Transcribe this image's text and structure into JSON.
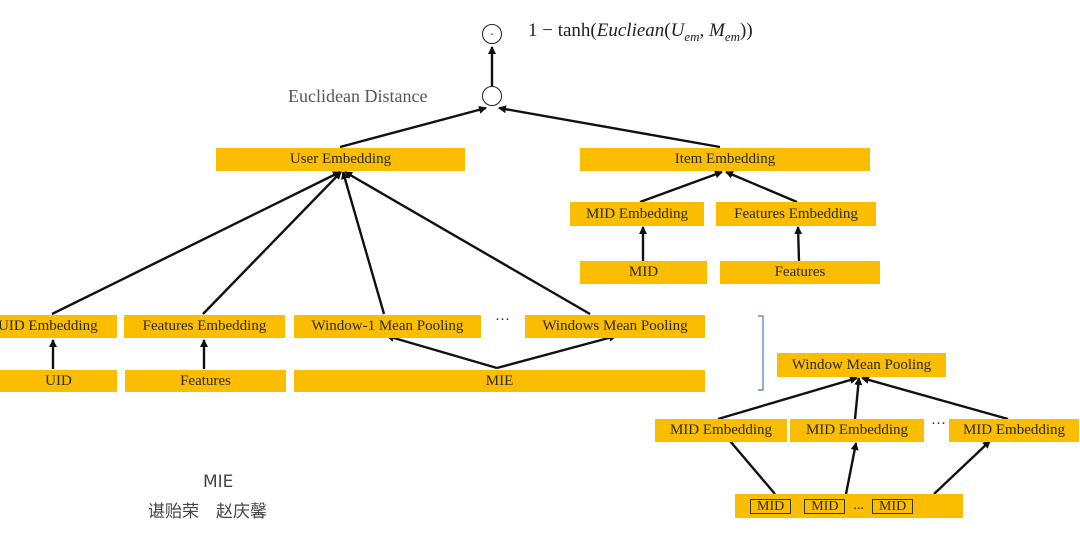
{
  "formula": {
    "lead": "1 − tanh(",
    "func": "Eucliean",
    "u": "U",
    "u_sub": "em",
    "m": "M",
    "m_sub": "em",
    "tail": "))"
  },
  "top_node_symbol": "-",
  "distance_label": "Euclidean Distance",
  "nodes": {
    "user_embedding": "User Embedding",
    "item_embedding": "Item Embedding",
    "mid_embedding_item": "MID Embedding",
    "features_embedding_item": "Features Embedding",
    "mid_item": "MID",
    "features_item": "Features",
    "uid_embedding": "UID Embedding",
    "features_embedding_user": "Features Embedding",
    "window1_mean_pooling": "Window-1 Mean Pooling",
    "windows_mean_pooling": "Windows Mean Pooling",
    "uid": "UID",
    "features_user": "Features",
    "mie": "MIE",
    "window_mean_pooling": "Window Mean Pooling",
    "mid_embedding_1": "MID Embedding",
    "mid_embedding_2": "MID Embedding",
    "mid_embedding_3": "MID Embedding",
    "mid_1": "MID",
    "mid_2": "MID",
    "mid_3": "MID"
  },
  "ellipses": {
    "pooling": "···",
    "mid_embeddings": "···",
    "mids": "..."
  },
  "caption": {
    "title": "MIE",
    "authors": "谌贻荣　赵庆馨"
  }
}
